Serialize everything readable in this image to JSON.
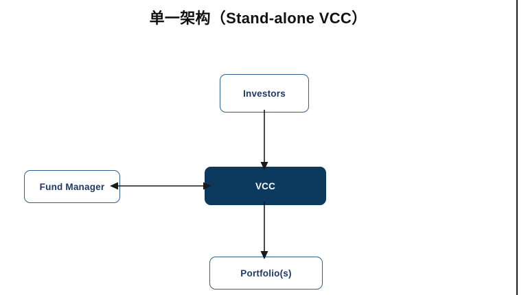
{
  "title": {
    "full": "单一架构（Stand-alone VCC）",
    "chinese_prefix": "单一架构（",
    "latin": "Stand-alone VCC",
    "chinese_suffix": "）"
  },
  "diagram": {
    "type": "flowchart",
    "nodes": [
      {
        "id": "investors",
        "label": "Investors",
        "style": "outline",
        "text_color": "#1F3864",
        "border_color": "#2E5E8E",
        "fill": "#FFFFFF"
      },
      {
        "id": "vcc",
        "label": "VCC",
        "style": "filled",
        "text_color": "#FFFFFF",
        "border_color": "#0C3A5E",
        "fill": "#0C3A5E"
      },
      {
        "id": "fund",
        "label": "Fund Manager",
        "style": "outline",
        "text_color": "#1F3864",
        "border_color": "#2E5E8E",
        "fill": "#FFFFFF"
      },
      {
        "id": "portfolio",
        "label": "Portfolio(s)",
        "style": "outline",
        "text_color": "#1F3864",
        "border_color": "#2E5E8E",
        "fill": "#FFFFFF"
      }
    ],
    "edges": [
      {
        "id": "investors-to-vcc",
        "from": "investors",
        "to": "vcc",
        "arrow": "single",
        "direction": "down",
        "label": ""
      },
      {
        "id": "vcc-to-portfolio",
        "from": "vcc",
        "to": "portfolio",
        "arrow": "single",
        "direction": "down",
        "label": ""
      },
      {
        "id": "fund-vcc",
        "from": "fund",
        "to": "vcc",
        "arrow": "double",
        "direction": "horizontal",
        "label": ""
      }
    ],
    "line_color": "#1A1A1A"
  }
}
